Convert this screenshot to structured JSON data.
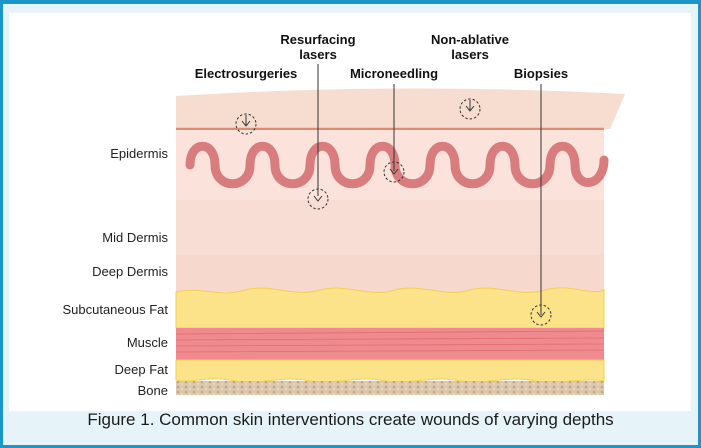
{
  "layers": [
    "Epidermis",
    "Mid Dermis",
    "Deep Dermis",
    "Subcutaneous Fat",
    "Muscle",
    "Deep Fat",
    "Bone"
  ],
  "tools": {
    "electrosurgeries": "Electrosurgeries",
    "resurfacing_line1": "Resurfacing",
    "resurfacing_line2": "lasers",
    "microneedling": "Microneedling",
    "nonablative_line1": "Non-ablative",
    "nonablative_line2": "lasers",
    "biopsies": "Biopsies"
  },
  "caption": "Figure 1. Common skin interventions create wounds of varying depths"
}
